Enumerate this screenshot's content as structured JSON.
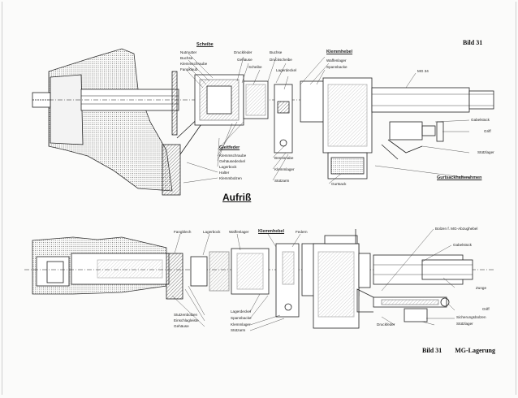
{
  "figure": {
    "number_top": "Bild 31",
    "number_bottom": "Bild 31",
    "caption": "MG-Lagerung",
    "view_title": "Aufriß"
  },
  "top_view": {
    "labels": {
      "scheibe": "Scheibe",
      "nutmutter": "Nutmutter",
      "buchse": "Buchse",
      "klemmschraube": "Klemmschraube",
      "fangklaub": "Fangklaub",
      "druckfeder": "Druckfeder",
      "gehaeuse": "Gehäuse",
      "buchse2": "Buchse",
      "druckscheibe": "Druckscheibe",
      "scheibe2": "Scheibe",
      "klemmhebel": "Klemmhebel",
      "waffenlager": "Waffenlager",
      "spannbacke": "Spannbacke",
      "lagerdeckel": "Lagerdeckel",
      "mg34": "MG 34",
      "gabelstueck": "Gabelstück",
      "griff": "Griff",
      "stuetzlager": "Stützlager",
      "gleitfeder": "Gleitfeder",
      "klemmschraube2": "Klemmschraube",
      "gehaeusedeckel": "Gehäusedeckel",
      "lagerbock": "Lagerbock",
      "halter": "Halter",
      "klemmbolzen": "Klemmbolzen",
      "bremsnabe": "Bremsnabe",
      "klemmlager": "Klemmlager",
      "stuetzarm": "Stützarm",
      "gurtsack": "Gurtsack",
      "gurtsackhalterrahmen": "Gurtsackhalterahmen"
    }
  },
  "bottom_view": {
    "labels": {
      "fangblech": "Fangblech",
      "lagerbock": "Lagerbock",
      "waffenlager": "Waffenlager",
      "klemmhebel": "Klemmhebel",
      "federn": "Federn",
      "bolzen_mg": "Bolzen f. MG-Abzughebel",
      "gabelstueck": "Gabelstück",
      "zunge": "Zunge",
      "griff": "Griff",
      "stutzenbolzen": "Stutzenbolzen",
      "einschlagleiste": "Einschlagleiste",
      "gehaeuse": "Gehäuse",
      "lagerdeckel": "Lagerdeckel",
      "spannbacke": "Spannbacke",
      "klemmlager": "Klemmlager",
      "stuetzarm": "Stützarm",
      "druckfeder": "Druckfeder",
      "sicherungsbolzen": "Sicherungsbolzen",
      "stuetzlager": "Stützlager"
    }
  }
}
